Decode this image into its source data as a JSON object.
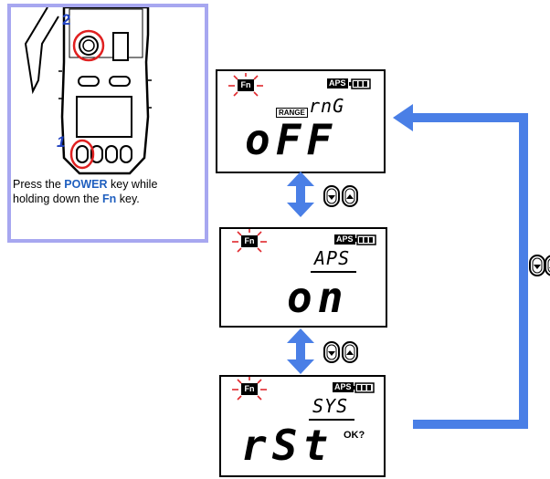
{
  "instruction": {
    "prefix": "Press the ",
    "power_key": "POWER",
    "middle": " key while holding down the ",
    "fn_key": "Fn",
    "suffix": " key.",
    "marker_1": "1",
    "marker_2": "2"
  },
  "screens": [
    {
      "fn": "Fn",
      "aps": "APS",
      "range": "RANGE",
      "item": "rnG",
      "value": "oFF"
    },
    {
      "fn": "Fn",
      "aps": "APS",
      "item": "APS",
      "value": "on"
    },
    {
      "fn": "Fn",
      "aps": "APS",
      "item": "SYS",
      "value": "rSt",
      "ok": "OK?"
    }
  ],
  "colors": {
    "arrow": "#4a7fe6",
    "marker_circle": "#e02020",
    "fn_glow": "#e0282d",
    "panel_border": "#a7a7f0"
  },
  "icons": [
    "down-key-icon",
    "up-key-icon",
    "battery-icon"
  ]
}
